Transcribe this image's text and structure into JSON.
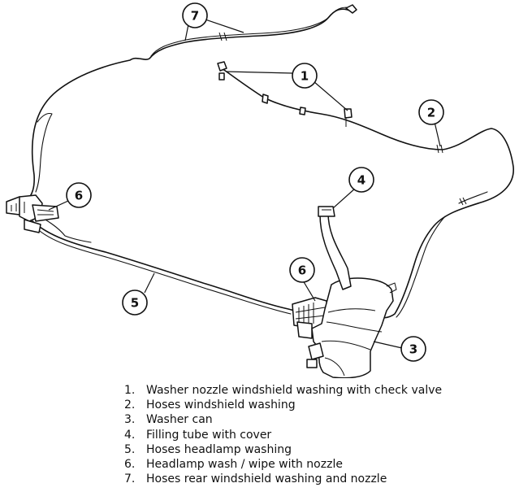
{
  "callouts": [
    "1",
    "2",
    "3",
    "4",
    "5",
    "6",
    "6",
    "7"
  ],
  "legend": [
    {
      "num": "1.",
      "text": "Washer nozzle windshield washing with check valve"
    },
    {
      "num": "2.",
      "text": "Hoses windshield washing"
    },
    {
      "num": "3.",
      "text": "Washer can"
    },
    {
      "num": "4.",
      "text": "Filling tube with cover"
    },
    {
      "num": "5.",
      "text": "Hoses headlamp washing"
    },
    {
      "num": "6.",
      "text": "Headlamp wash / wipe with nozzle"
    },
    {
      "num": "7.",
      "text": "Hoses rear windshield washing and nozzle"
    }
  ]
}
